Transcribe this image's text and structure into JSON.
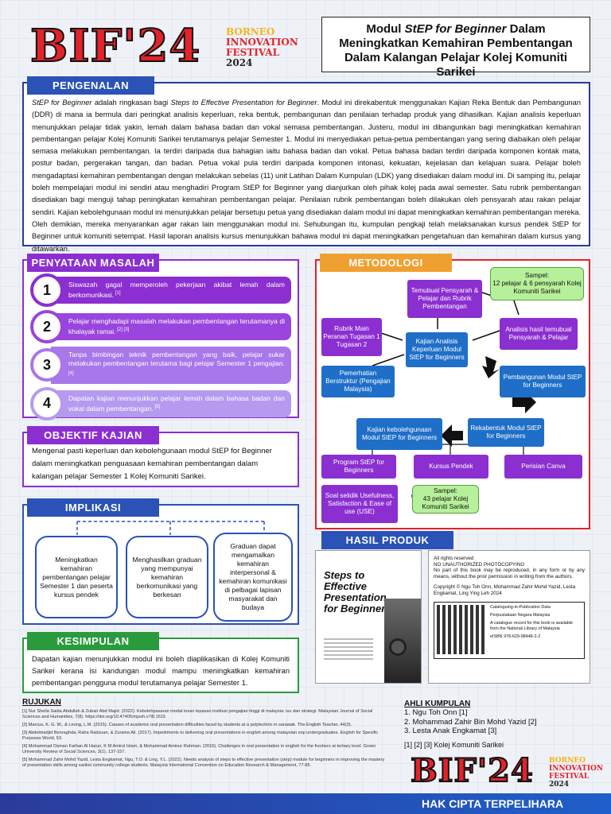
{
  "logo": {
    "bif": "BIF",
    "year": "'24",
    "line1": "BORNEO",
    "line2": "INNOVATION",
    "line3": "FESTIVAL",
    "line4": "2024"
  },
  "title": {
    "prefix": "Modul ",
    "step": "StEP for Beginner",
    "rest": " Dalam Meningkatkan Kemahiran Pembentangan Dalam Kalangan Pelajar Kolej Komuniti Sarikei"
  },
  "pengenalan": {
    "heading": "PENGENALAN",
    "body_start": "StEP for Beginner",
    "body_mid": " adalah ringkasan bagi ",
    "body_italic": "Steps to Effective Presentation for Beginner",
    "body_rest": ". Modul ini direkabentuk menggunakan Kajian Reka Bentuk dan Pembangunan (DDR) di mana ia bermula dari peringkat analisis keperluan, reka bentuk, pembangunan dan penilaian terhadap produk yang dihasilkan. Kajian analisis keperluan menunjukkan pelajar tidak yakin, lemah dalam bahasa badan dan vokal semasa pembentangan. Justeru, modul ini dibangunkan bagi meningkatkan kemahiran pembentangan pelajar Kolej Komuniti Sarikei terutamanya pelajar Semester 1. Modul ini menyediakan petua-petua pembentangan yang sering diabaikan oleh pelajar semasa melakukan pembentangan. Ia terdiri daripada dua bahagian iaitu bahasa badan dan vokal. Petua bahasa badan terdiri daripada komponen kontak mata, postur badan, pergerakan tangan, dan badan. Petua vokal pula terdiri daripada komponen intonasi, kekuatan, kejelasan dan kelajuan suara. Pelajar boleh mengadaptasi kemahiran pembentangan dengan melakukan sebelas (11) unit Latihan Dalam Kumpulan (LDK) yang disediakan dalam modul ini. Di samping itu, pelajar boleh mempelajari modul ini sendiri atau menghadiri Program StEP for Beginner yang dianjurkan oleh pihak kolej pada awal semester. Satu rubrik pembentangan disediakan bagi menguji tahap peningkatan kemahiran pembentangan pelajar. Penilaian rubrik pembentangan boleh dilakukan oleh pensyarah atau rakan pelajar sendiri. Kajian kebolehgunaan modul ini menunjukkan pelajar bersetuju petua yang disediakan dalam modul ini dapat meningkatkan kemahiran pembentangan mereka. Oleh demikian, mereka menyarankan agar rakan lain menggunakan modul ini. Sehubungan itu, kumpulan pengkaji telah melaksanakan kursus pendek StEP for Beginner untuk komuniti setempat. Hasil laporan analisis kursus menunjukkan bahawa modul ini dapat meningkatkan pengetahuan dan kemahiran dalam kursus yang ditawarkan."
  },
  "penyataan": {
    "heading": "PENYATAAN MASALAH",
    "items": [
      {
        "num": "1",
        "text": "Siswazah gagal memperoleh pekerjaan akibat lemah dalam berkomunikasi.",
        "ref": " [1]",
        "color": "#8b2fd1"
      },
      {
        "num": "2",
        "text": "Pelajar menghadapi masalah melakukan pembentangan terutamanya di khalayak ramai.",
        "ref": " [2] [3]",
        "color": "#9a45de"
      },
      {
        "num": "3",
        "text": "Tanpa bimbingan teknik pembentangan yang baik, pelajar sukar melakukan pembentangan terutama bagi pelajar Semester 1 pengajian.",
        "ref": " [4]",
        "color": "#a877ea"
      },
      {
        "num": "4",
        "text": "Dapatan kajian menunjukkan pelajar lemah dalam bahasa badan dan vokal dalam pembentangan.",
        "ref": " [5]",
        "color": "#b59af0"
      }
    ]
  },
  "objektif": {
    "heading": "OBJEKTIF KAJIAN",
    "body": "Mengenal pasti keperluan dan kebolehgunaan modul StEP for Beginner dalam meningkatkan penguasaan kemahiran pembentangan dalam kalangan pelajar Semester 1 Kolej Komuniti Sarikei."
  },
  "implikasi": {
    "heading": "IMPLIKASI",
    "cards": [
      "Meningkatkan kemahiran pembentangan pelajar Semester 1 dan peserta kursus pendek",
      "Menghasilkan graduan yang mempunyai kemahiran berkomunikasi yang berkesan",
      "Graduan dapat mengamalkan kemahiran interpersonal & kemahiran komunikasi di pelbagai lapisan masyarakat dan budaya"
    ]
  },
  "kesimpulan": {
    "heading": "KESIMPULAN",
    "body": "Dapatan kajian menunjukkan modul ini boleh diaplikasikan di Kolej Komuniti Sarikei kerana isi kandungan modul mampu meningkatkan kemahiran pembentangan pengguna modul terutamanya pelajar Semester 1."
  },
  "metodologi": {
    "heading": "METODOLOGI",
    "sampel1": "Sampel:\n12 pelajar & 6 pensyarah Kolej Komuniti Sarikei",
    "tembual": "Temubual Pensyarah & Pelajar dan Rubrik Pembentangan",
    "rubrik": "Rubrik Main Peranan Tugasan 1 Tugasan 2",
    "analisis_hasil": "Analisis hasil temubual Pensyarah & Pelajar",
    "kajian_analisis": "Kajian Analisis Keperluan Modul StEP for Beginners",
    "pemerhatian": "Pemerhatian Berstruktur (Pengajian Malaysia)",
    "pembangunan": "Pembangunan Modul StEP for Beginners",
    "rekabentuk": "Rekabentuk Modul StEP for Beginners",
    "kebolehgunaan": "Kajian kebolehgunaan Modul StEP for Beginners",
    "program": "Program StEP for Beginners",
    "kursus": "Kursus Pendek",
    "perisian": "Perisian Canva",
    "soal": "Soal selidik Usefulness, Satisfaction & Ease of use (USE)",
    "sampel2": "Sampel:\n43 pelajar Kolej Komuniti Sarikei"
  },
  "hasil": {
    "heading": "HASIL PRODUK",
    "book_title": "Steps to Effective Presentation for Beginner",
    "rights": "All rights reserved\nNO UNAUTHORIZED PHOTOCOPYING\nNo part of this book may be reproduced, in any form or by any means, without the prior permission in writing from the authors.",
    "copyright": "Copyright © Ngu Toh Onn, Mohammad Zahir Mohd Yazid, Lesta Engkamat, Ling Ying Leh 2024",
    "cip_title": "Cataloguing-in-Publication Data",
    "cip_lib": "Perpustakaan Negara Malaysia",
    "cip_record": "A catalogue record for this book is available from the National Library of Malaysia",
    "isbn": "eISBN 978-629-98448-2-2"
  },
  "rujukan": {
    "heading": "RUJUKAN",
    "items": [
      "[1] Nur Sheila Saida Abdullah & Zubair Abd Majid. (2022). Kebolehpasaran modal insan lepasan institusi pengajian tinggi di malaysia: isu dan strategi. Malaysian Journal of Social Sciences and Humanities, 7(8). https://doi.org/10.47405/mjssh.v7i8.1615",
      "[2] Marcus, K. G. W., & Leong, L.M. (2015). Causes of academic oral presentation difficulties faced by students at a polytechnic in sarawak. The English Teacher, 44(3).",
      "[3] Abdelmadjid Benraghda, Raha Radzuan, & Zuraina Ali. (2017). Impediments to delivering oral presentations in english among malaysian esp undergraduates. English for Specific Purposes World, 53.",
      "[4] Mohammad Osman Farhan Al Harun, K M Amirul Islam, & Mohammad Aminur Rahman. (2016). Challenges in oral presentation in english for the freshers at tertiary level. Green University Review of Social Sciences, 3(1), 137-157.",
      "[5] Mohammad Zahir Mohd Yazid, Lesta Engkamat, Ngu, T.O. & Ling, Y.L. (2022). Needs analysis of steps to effective presentation (step) module for beginners in improving the mastery of presentation skills among sarikei community college students. Malaysia International Convention on Education Research & Management, 77-85."
    ]
  },
  "ahli": {
    "heading": "AHLI KUMPULAN",
    "members": [
      "1. Ngu Toh Onn [1]",
      "2. Mohammad Zahir Bin Mohd Yazid [2]",
      "3. Lesta Anak Engkamat [3]"
    ],
    "affil": "[1] [2] [3] Kolej Komuniti Sarikei"
  },
  "footer": "HAK CIPTA TERPELIHARA"
}
